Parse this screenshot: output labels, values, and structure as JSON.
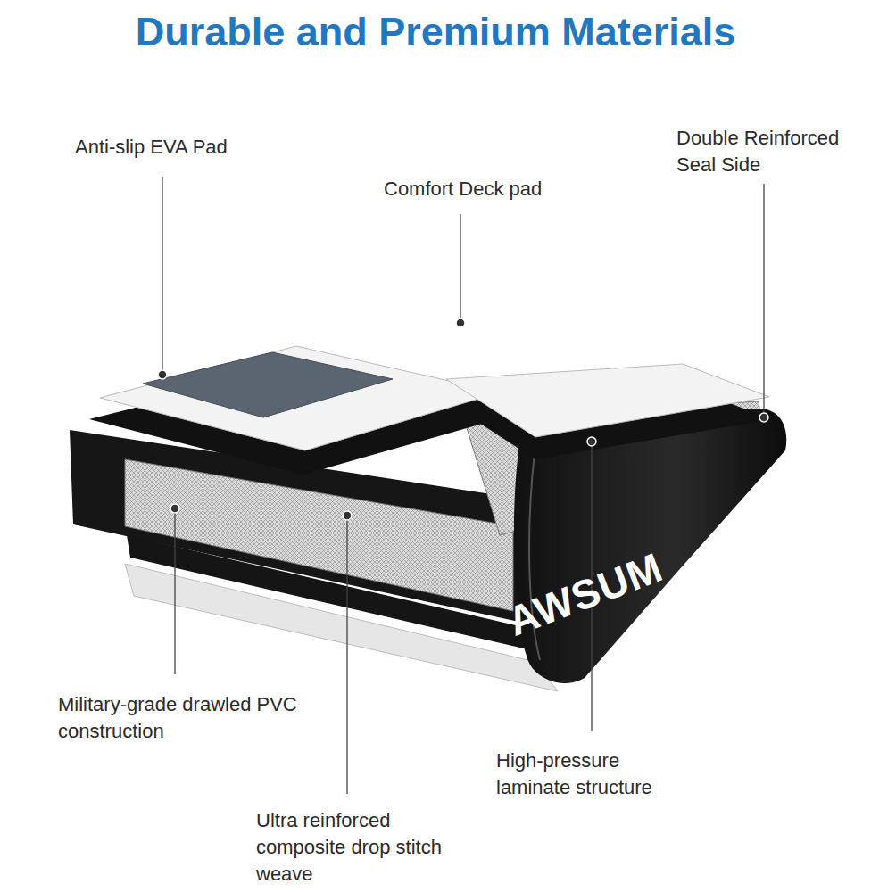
{
  "diagram": {
    "title": "Durable and Premium Materials",
    "labels": [
      "Anti-slip EVA Pad",
      "Comfort Deck pad",
      "Double Reinforced Seal Side",
      "Military-grade drawled PVC construction",
      "High-pressure laminate structure",
      "Ultra reinforced composite drop stitch weave",
      "AWSUM"
    ]
  }
}
